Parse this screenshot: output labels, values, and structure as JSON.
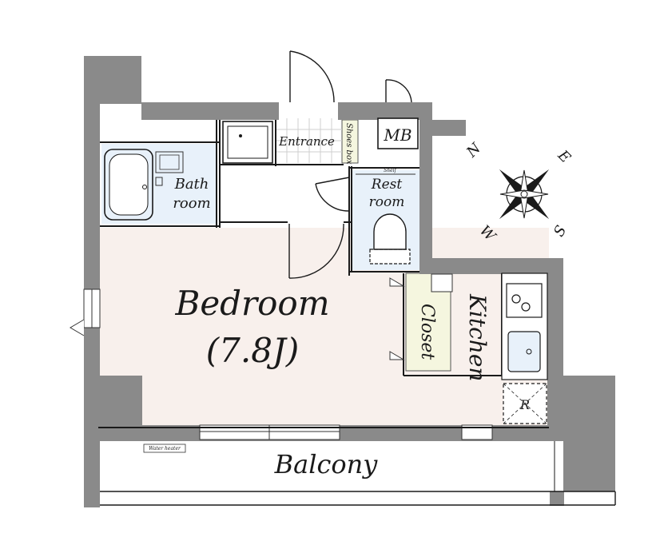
{
  "rooms": {
    "bedroom": {
      "name": "Bedroom",
      "size": "(7.8J)"
    },
    "kitchen": "Kitchen",
    "closet": "Closet",
    "entrance": "Entrance",
    "shoes_box": "Shoes box",
    "mb": "MB",
    "rest_room": {
      "line1": "Rest",
      "line2": "room"
    },
    "bath_room": {
      "line1": "Bath",
      "line2": "room"
    },
    "balcony": "Balcony",
    "refrigerator": "R",
    "shelf": "Shelf",
    "water_heater": "Water heater"
  },
  "compass": {
    "n": "N",
    "e": "E",
    "s": "S",
    "w": "W"
  },
  "colors": {
    "wall": "#8a8a8a",
    "bedroom_floor": "#f8f0ec",
    "wet_area": "#e8f1fa",
    "closet": "#f5f6df",
    "line": "#1a1a1a"
  }
}
